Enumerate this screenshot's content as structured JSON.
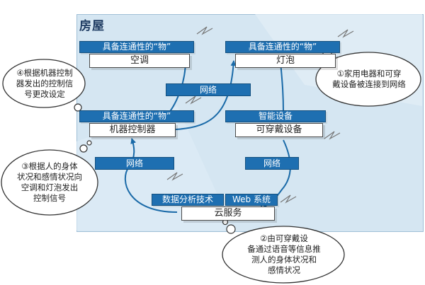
{
  "diagram": {
    "room_label": "房屋",
    "devices": {
      "ac": {
        "tag": "具备连通性的“物”",
        "name": "空调"
      },
      "light": {
        "tag": "具备连通性的“物”",
        "name": "灯泡"
      },
      "controller": {
        "tag": "具备连通性的“物”",
        "name": "机器控制器"
      },
      "smart": {
        "tag": "智能设备",
        "name": "可穿戴设备"
      }
    },
    "network_labels": {
      "top": "网络",
      "left": "网络",
      "right": "网络"
    },
    "cloud": {
      "left_tag": "数据分析技术",
      "right_tag": "Web 系统",
      "name": "云服务"
    },
    "notes": {
      "note1": [
        "①家用电器和可穿",
        "戴设备被连接到网络"
      ],
      "note2": [
        "②由可穿戴设",
        "备通过语音等信息推",
        "测人的身体状况和",
        "感情状况"
      ],
      "note3": [
        "③根据人的身体",
        "状况和感情状况向",
        "空调和灯泡发出",
        "控制信号"
      ],
      "note4": [
        "④根据机器控制",
        "器发出的控制信",
        "号更改设定"
      ]
    },
    "colors": {
      "room_bg": "#d5e6f2",
      "tag_blue": "#1e6fb1",
      "arrow": "#1a6aa8"
    }
  }
}
